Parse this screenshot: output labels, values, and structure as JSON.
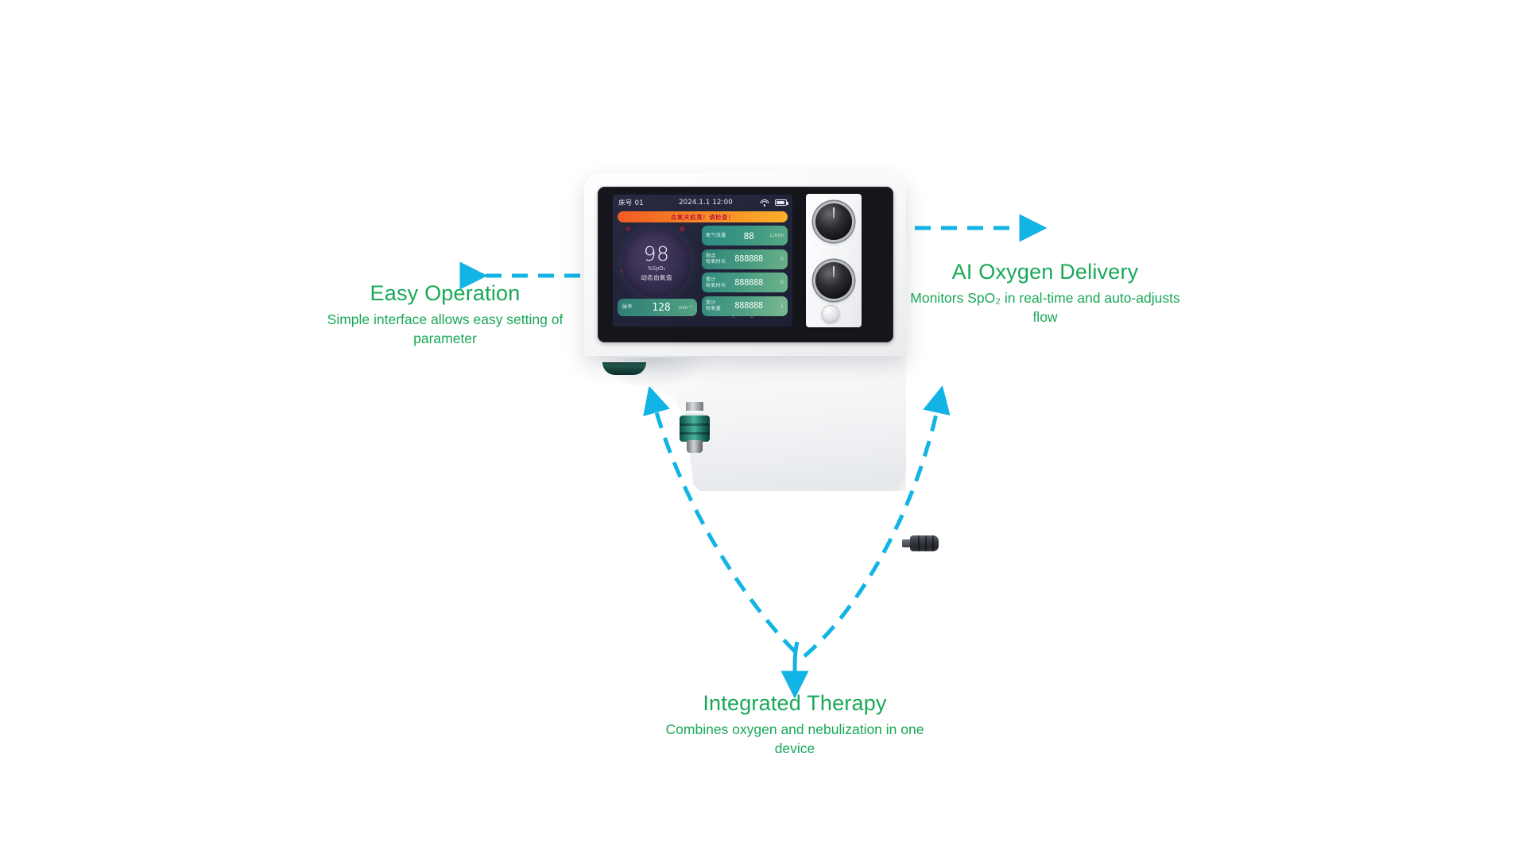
{
  "colors": {
    "accent_green": "#19a857",
    "arrow_cyan": "#12b4e5",
    "alert_text": "#c3131a",
    "card_green": "#3e9880"
  },
  "device": {
    "screen": {
      "status_bar": {
        "bed_label": "床号 01",
        "datetime": "2024.1.1 12:00",
        "wifi_icon": "wifi-icon",
        "battery_icon": "battery-icon"
      },
      "alert_banner": {
        "text": "血氧夹脱落！请检查！"
      },
      "spo2": {
        "value": "98",
        "unit": "%SpO₂",
        "label": "动态血氧值"
      },
      "pulse": {
        "name": "脉率",
        "value": "128",
        "unit": "min⁻¹"
      },
      "parameter_cards": [
        {
          "name": "氧气流量",
          "value": "88",
          "unit": "L/min"
        },
        {
          "name": "剩余\n吸氧时长",
          "value": "888888",
          "unit": "h"
        },
        {
          "name": "累计\n吸氧时长",
          "value": "888888",
          "unit": "h"
        },
        {
          "name": "累计\n吸氧量",
          "value": "888888",
          "unit": "L"
        }
      ],
      "footer_icons": [
        "moon-icon",
        "close-icon"
      ]
    },
    "controls": {
      "knob_top": "rotary-knob-top",
      "knob_bottom": "rotary-knob-bottom",
      "power_button": "round-button"
    },
    "ports": {
      "side_nozzle": "barbed-nozzle-port",
      "bottom_connector": "teal-knurled-connector",
      "left_vent": "teal-vent"
    }
  },
  "callouts": {
    "left": {
      "title": "Easy Operation",
      "desc": "Simple interface allows easy setting of parameter"
    },
    "right": {
      "title": "AI Oxygen Delivery",
      "desc": "Monitors SpO₂ in real-time and auto-adjusts flow"
    },
    "bottom": {
      "title": "Integrated Therapy",
      "desc": "Combines oxygen and nebulization in one device"
    }
  }
}
